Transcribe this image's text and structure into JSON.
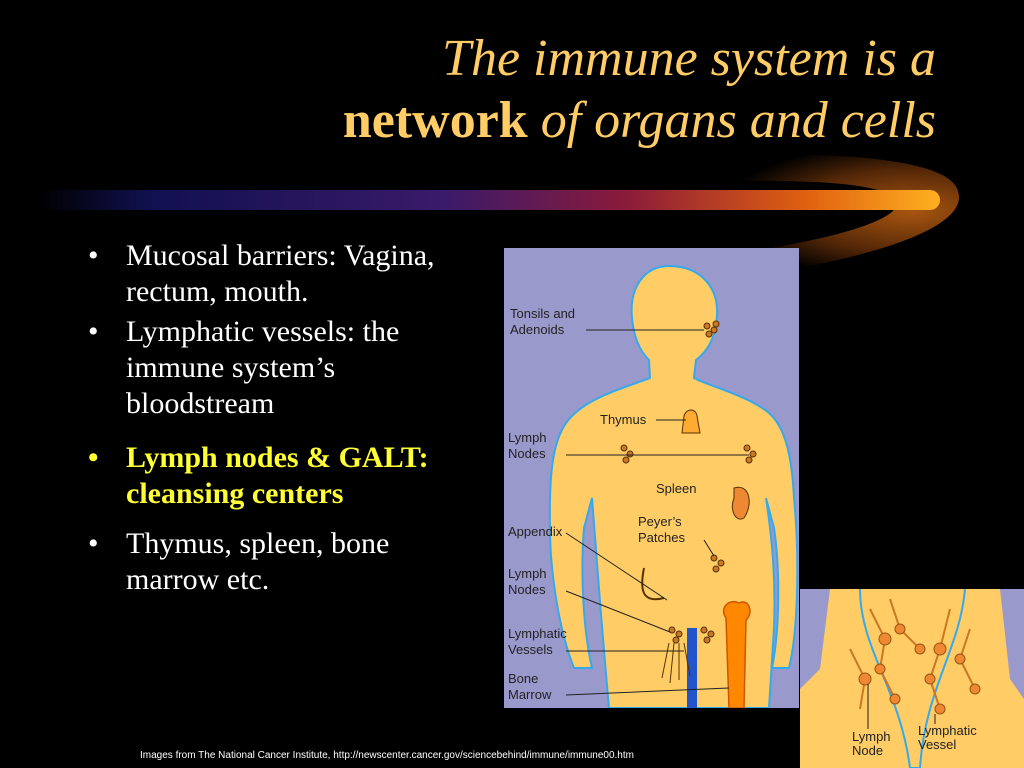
{
  "title": {
    "line1": "The immune system is a",
    "bold_word": "network",
    "line2_rest": " of organs and cells"
  },
  "bullets": [
    {
      "text": "Mucosal barriers: Vagina, rectum, mouth."
    },
    {
      "text": "Lymphatic vessels: the immune system’s bloodstream"
    },
    {
      "text": "Lymph nodes & GALT: cleansing centers"
    },
    {
      "text": "Thymus, spleen, bone marrow etc."
    }
  ],
  "bullet_glyph": "•",
  "diagram": {
    "labels": {
      "tonsils_1": "Tonsils and",
      "tonsils_2": "Adenoids",
      "thymus": "Thymus",
      "lymph_nodes_upper_1": "Lymph",
      "lymph_nodes_upper_2": "Nodes",
      "spleen": "Spleen",
      "peyers_1": "Peyer’s",
      "peyers_2": "Patches",
      "appendix": "Appendix",
      "lymph_nodes_lower_1": "Lymph",
      "lymph_nodes_lower_2": "Nodes",
      "lymphatic_vessels_1": "Lymphatic",
      "lymphatic_vessels_2": "Vessels",
      "bone_marrow_1": "Bone",
      "bone_marrow_2": "Marrow"
    },
    "inset_labels": {
      "lymph_node_1": "Lymph",
      "lymph_node_2": "Node",
      "lymphatic_vessel_1": "Lymphatic",
      "lymphatic_vessel_2": "Vessel"
    }
  },
  "credit": "Images from The National Cancer Institute, http://newscenter.cancer.gov/sciencebehind/immune/immune00.htm",
  "colors": {
    "background": "#000000",
    "title": "#ffcc66",
    "highlight": "#ffff33",
    "body_skin": "#ffcc66",
    "diagram_bg": "#9999cc"
  }
}
